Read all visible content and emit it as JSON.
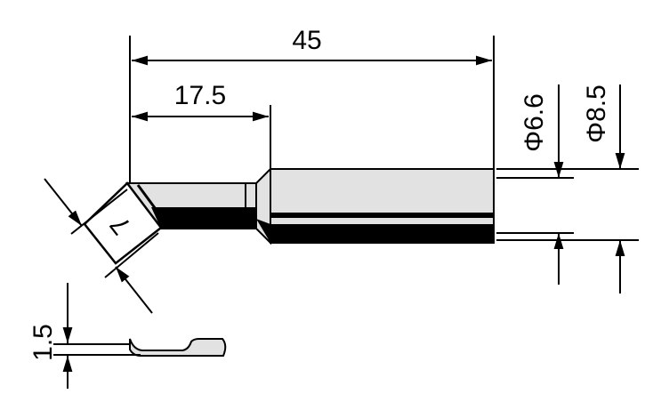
{
  "drawing": {
    "colors": {
      "line": "#000000",
      "fill_light": "#e2e2e2",
      "fill_dark": "#000000"
    },
    "dimensions": {
      "overall_length": "45",
      "tip_length": "17.5",
      "shaft_inner_diameter": "Φ6.6",
      "shaft_outer_diameter": "Φ8.5",
      "tip_width": "7",
      "tip_thickness": "1.5"
    }
  }
}
